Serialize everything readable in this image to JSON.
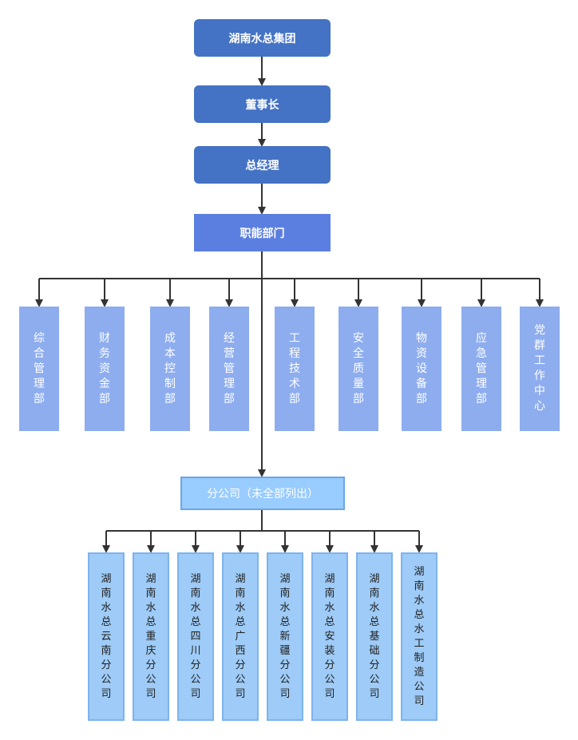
{
  "top": [
    "湖南水总集团",
    "董事长",
    "总经理"
  ],
  "functional": "职能部门",
  "departments": [
    "综合管理部",
    "财务资金部",
    "成本控制部",
    "经营管理部",
    "工程技术部",
    "安全质量部",
    "物资设备部",
    "应急管理部",
    "党群工作中心"
  ],
  "branch_head": "分公司（未全部列出）",
  "branches": [
    "湖南水总云南分公司",
    "湖南水总重庆分公司",
    "湖南水总四川分公司",
    "湖南水总广西分公司",
    "湖南水总新疆分公司",
    "湖南水总安装分公司",
    "湖南水总基础分公司",
    "湖南水总水工制造公司"
  ],
  "colors": {
    "top": "#4472c4",
    "functional": "#5b7fe0",
    "dept": "#8eadef",
    "branch": "#9ecbf7",
    "line": "#333333"
  }
}
